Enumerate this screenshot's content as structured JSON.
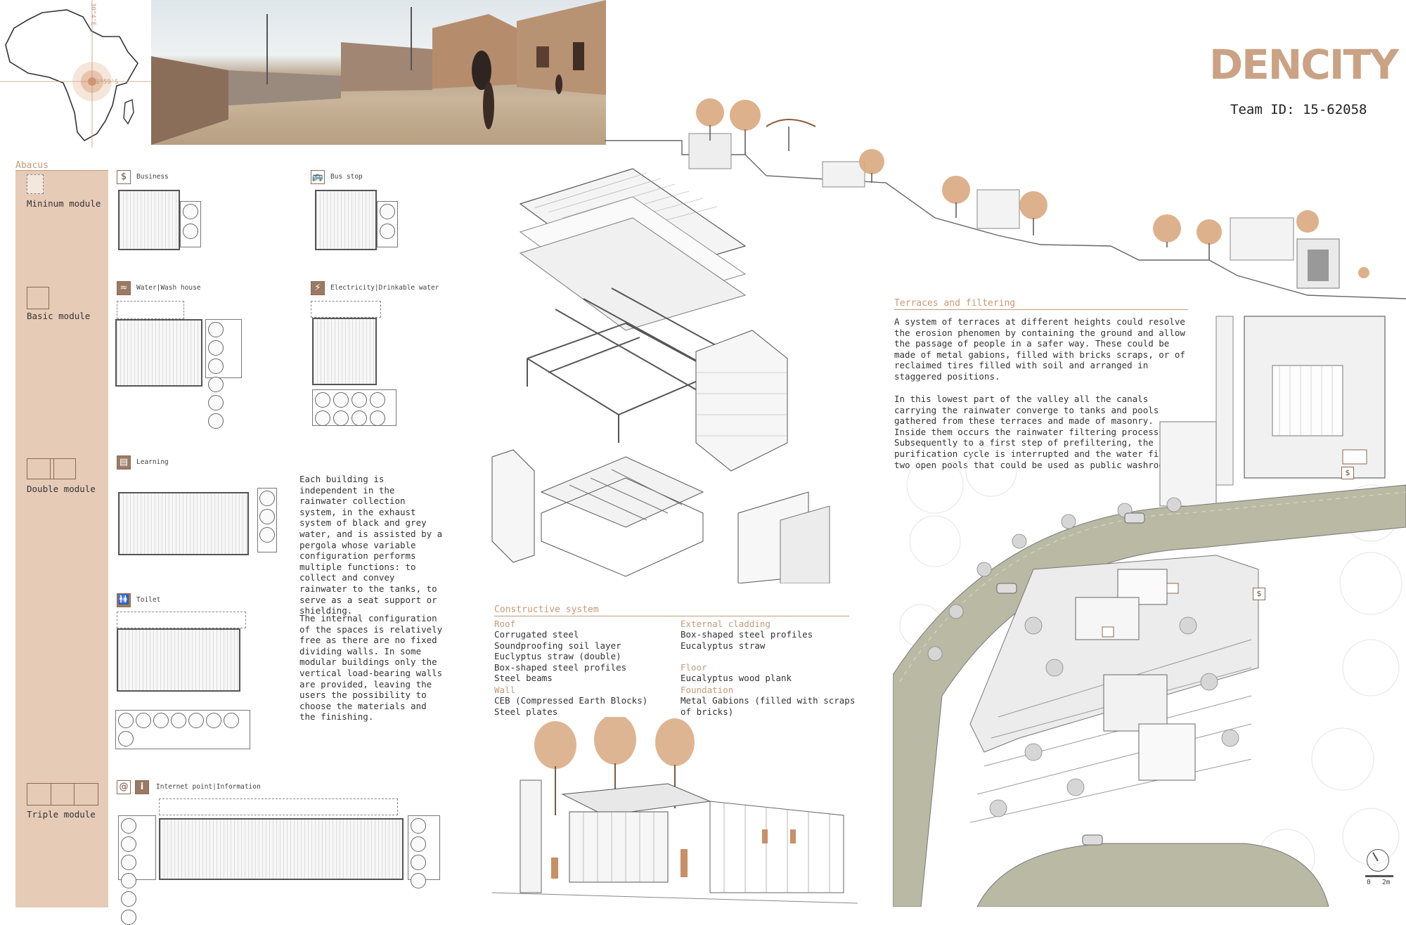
{
  "header": {
    "logo": "DENCITY",
    "team_id": "Team ID: 15-62058",
    "map_lat": "30°4'E",
    "map_lon": "1°59'S"
  },
  "abacus": {
    "title": "Abacus",
    "modules": [
      "Mininum module",
      "Basic module",
      "Double module",
      "Triple module"
    ]
  },
  "programs": {
    "business": "Business",
    "bus_stop": "Bus stop",
    "water_wash": "Water|Wash house",
    "electricity": "Electricity|Drinkable water",
    "learning": "Learning",
    "toilet": "Toilet",
    "internet": "Internet point|Information"
  },
  "icons": {
    "business": "$",
    "internet_at": "@",
    "internet_info": "i"
  },
  "texts": {
    "building_p1": "Each building is independent in the rainwater collection system, in the exhaust system of black and grey water, and is assisted by a pergola whose variable configuration performs multiple functions: to collect and convey rainwater to the tanks, to serve as a seat support or shielding.",
    "building_p2": "The internal configuration of the spaces is relatively free as there are no fixed dividing walls. In some modular buildings only the vertical load-bearing walls are provided, leaving the users the possibility to choose the materials and the finishing."
  },
  "constructive": {
    "title": "Constructive system",
    "roof_title": "Roof",
    "roof_items": [
      "Corrugated steel",
      "Soundproofing soil layer",
      "Euclyptus straw (double)",
      "Box-shaped steel profiles",
      "Steel beams"
    ],
    "wall_title": "Wall",
    "wall_items": [
      "CEB (Compressed Earth Blocks)",
      "Steel plates"
    ],
    "cladding_title": "External cladding",
    "cladding_items": [
      "Box-shaped steel profiles",
      "Eucalyptus straw"
    ],
    "floor_title": "Floor",
    "floor_items": [
      "Eucalyptus wood plank"
    ],
    "foundation_title": "Foundation",
    "foundation_items": [
      "Metal Gabions (filled with scraps of bricks)"
    ]
  },
  "terraces": {
    "title": "Terraces and filtering",
    "p1": "A system of terraces at different heights could resolve the erosion phenomen by containing the ground and allow the passage of people in a safer way. These could be made of metal gabions, filled with bricks scraps, or of reclaimed tires filled with soil and arranged in staggered positions.",
    "p2": "In this lowest part of the valley all the canals carrying the rainwater converge to tanks and pools gathered from these terraces and made of masonry. Inside them occurs the rainwater filtering processus. Subsequently to a first step of prefiltering, the purification cycle is interrupted and the water fills two open pools that could be used as public washrooms."
  },
  "scale": {
    "zero": "0",
    "two": "2m"
  },
  "colors": {
    "accent": "#c49a78",
    "sidebar": "#e6cbb7",
    "road": "#b9b9a4"
  }
}
